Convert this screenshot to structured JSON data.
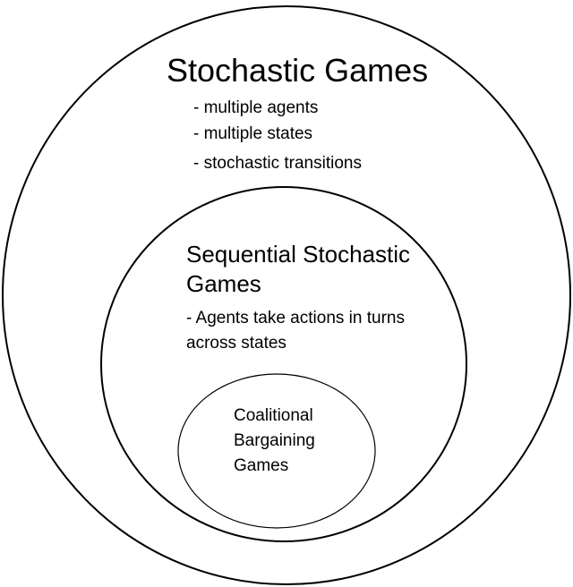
{
  "outer_set": {
    "title": "Stochastic Games",
    "bullets": [
      "- multiple agents",
      "- multiple states",
      "- stochastic transitions"
    ]
  },
  "middle_set": {
    "title_lines": [
      "Sequential Stochastic",
      "Games"
    ],
    "description_lines": [
      "- Agents take actions in turns",
      "across states"
    ]
  },
  "inner_set": {
    "title_lines": [
      "Coalitional",
      "Bargaining",
      "Games"
    ]
  },
  "colors": {
    "stroke": "#000000",
    "background": "#ffffff",
    "text": "#000000"
  }
}
